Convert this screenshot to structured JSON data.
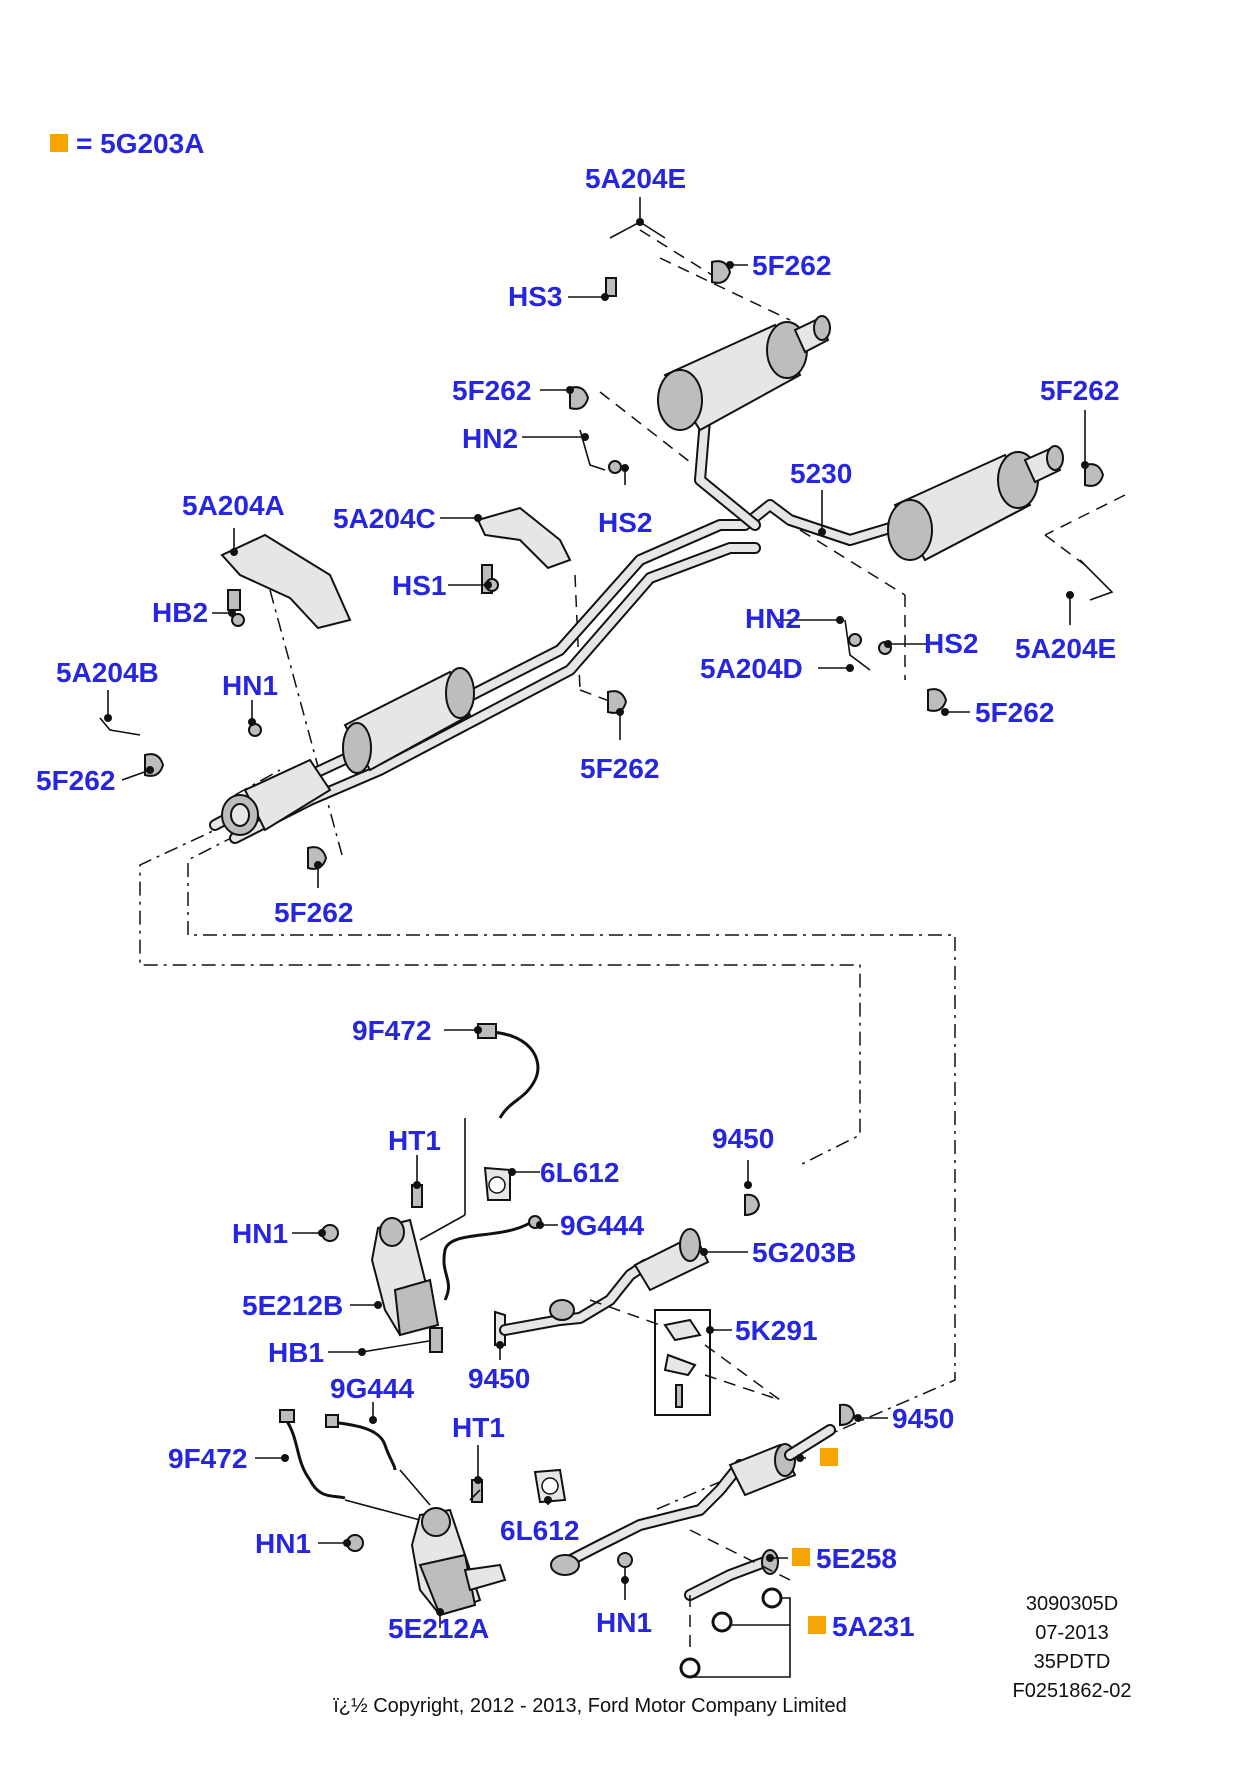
{
  "legend": {
    "marker_color": "#f5a400",
    "text": "= 5G203A"
  },
  "labels": {
    "l5A204E_top": "5A204E",
    "l5F262_a": "5F262",
    "lHS3": "HS3",
    "l5F262_b": "5F262",
    "l5F262_c": "5F262",
    "lHN2_a": "HN2",
    "l5230": "5230",
    "lHS2_a": "HS2",
    "l5A204A": "5A204A",
    "l5A204C": "5A204C",
    "lHS1": "HS1",
    "lHB2": "HB2",
    "lHN2_b": "HN2",
    "lHS2_b": "HS2",
    "l5A204E_right": "5A204E",
    "l5A204D": "5A204D",
    "l5F262_d": "5F262",
    "l5A204B": "5A204B",
    "lHN1_a": "HN1",
    "l5F262_e": "5F262",
    "l5F262_f": "5F262",
    "l5F262_g": "5F262",
    "l9F472_a": "9F472",
    "lHT1_a": "HT1",
    "l6L612_a": "6L612",
    "l9450_a": "9450",
    "lHN1_b": "HN1",
    "l9G444_a": "9G444",
    "l5G203B": "5G203B",
    "l5E212B": "5E212B",
    "l5K291": "5K291",
    "lHB1": "HB1",
    "l9450_b": "9450",
    "l9G444_b": "9G444",
    "l9450_c": "9450",
    "lHT1_b": "HT1",
    "l9F472_b": "9F472",
    "l6L612_b": "6L612",
    "lHN1_c": "HN1",
    "l5E258": "5E258",
    "l5E212A": "5E212A",
    "lHN1_d": "HN1",
    "l5A231": "5A231"
  },
  "meta": {
    "line1": "3090305D",
    "line2": "07-2013",
    "line3": "35PDTD",
    "line4": "F0251862-02"
  },
  "copyright": "ï¿½ Copyright, 2012 - 2013, Ford Motor Company Limited"
}
